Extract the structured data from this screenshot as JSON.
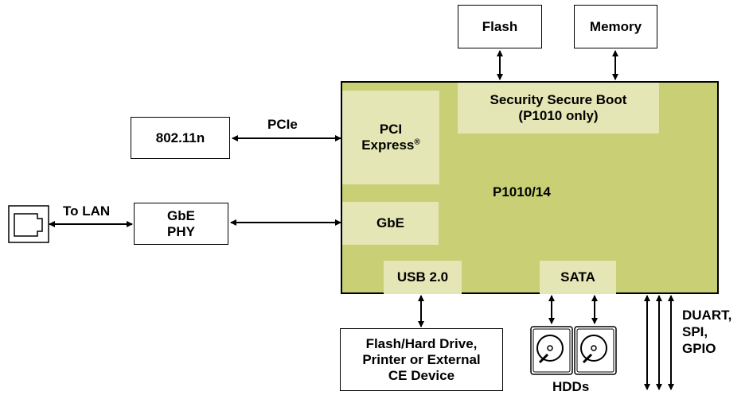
{
  "flash_box": "Flash",
  "memory_box": "Memory",
  "wifi_box": "802.11n",
  "pcie_link_label": "PCIe",
  "to_lan_label": "To LAN",
  "gbe_phy_box": "GbE\nPHY",
  "chip": {
    "name": "P1010/14",
    "pci_express_block": "PCI\nExpress",
    "pci_express_mark": "®",
    "security_block": "Security Secure Boot\n(P1010 only)",
    "gbe_block": "GbE",
    "usb_block": "USB 2.0",
    "sata_block": "SATA"
  },
  "usb_device_box": "Flash/Hard Drive,\nPrinter or External\nCE Device",
  "hdds_label": "HDDs",
  "serial_label": "DUART,\nSPI,\nGPIO"
}
